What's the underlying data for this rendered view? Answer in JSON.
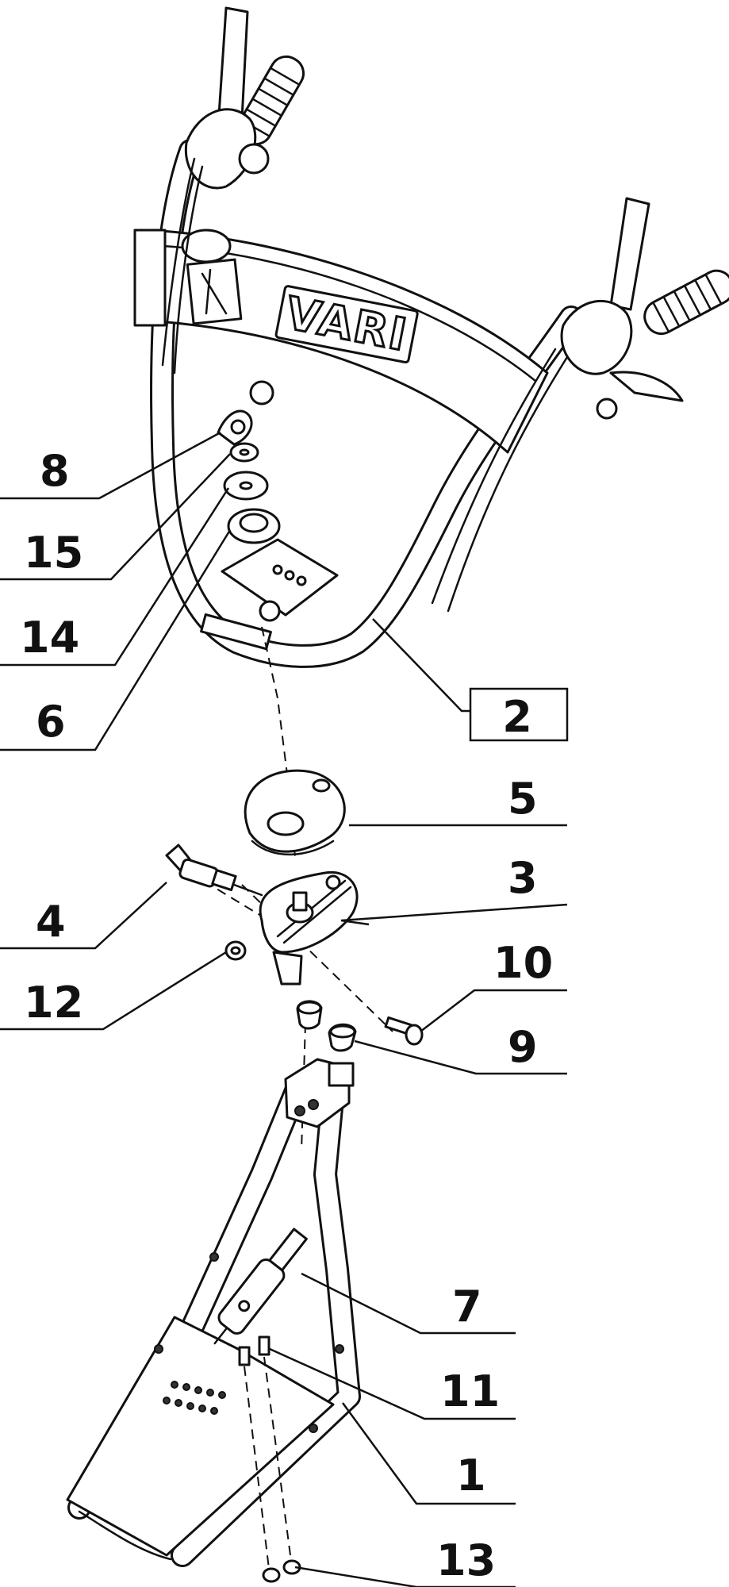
{
  "logo": {
    "text": "VARI"
  },
  "callouts": [
    {
      "id": "8",
      "label": "8",
      "boxed": false
    },
    {
      "id": "15",
      "label": "15",
      "boxed": false
    },
    {
      "id": "14",
      "label": "14",
      "boxed": false
    },
    {
      "id": "6",
      "label": "6",
      "boxed": false
    },
    {
      "id": "2",
      "label": "2",
      "boxed": true
    },
    {
      "id": "5",
      "label": "5",
      "boxed": false
    },
    {
      "id": "3",
      "label": "3",
      "boxed": false
    },
    {
      "id": "4",
      "label": "4",
      "boxed": false
    },
    {
      "id": "12",
      "label": "12",
      "boxed": false
    },
    {
      "id": "10",
      "label": "10",
      "boxed": false
    },
    {
      "id": "9",
      "label": "9",
      "boxed": false
    },
    {
      "id": "7",
      "label": "7",
      "boxed": false
    },
    {
      "id": "11",
      "label": "11",
      "boxed": false
    },
    {
      "id": "1",
      "label": "1",
      "boxed": false
    },
    {
      "id": "13",
      "label": "13",
      "boxed": false
    }
  ],
  "colors": {
    "line": "#111111",
    "background": "#ffffff"
  }
}
